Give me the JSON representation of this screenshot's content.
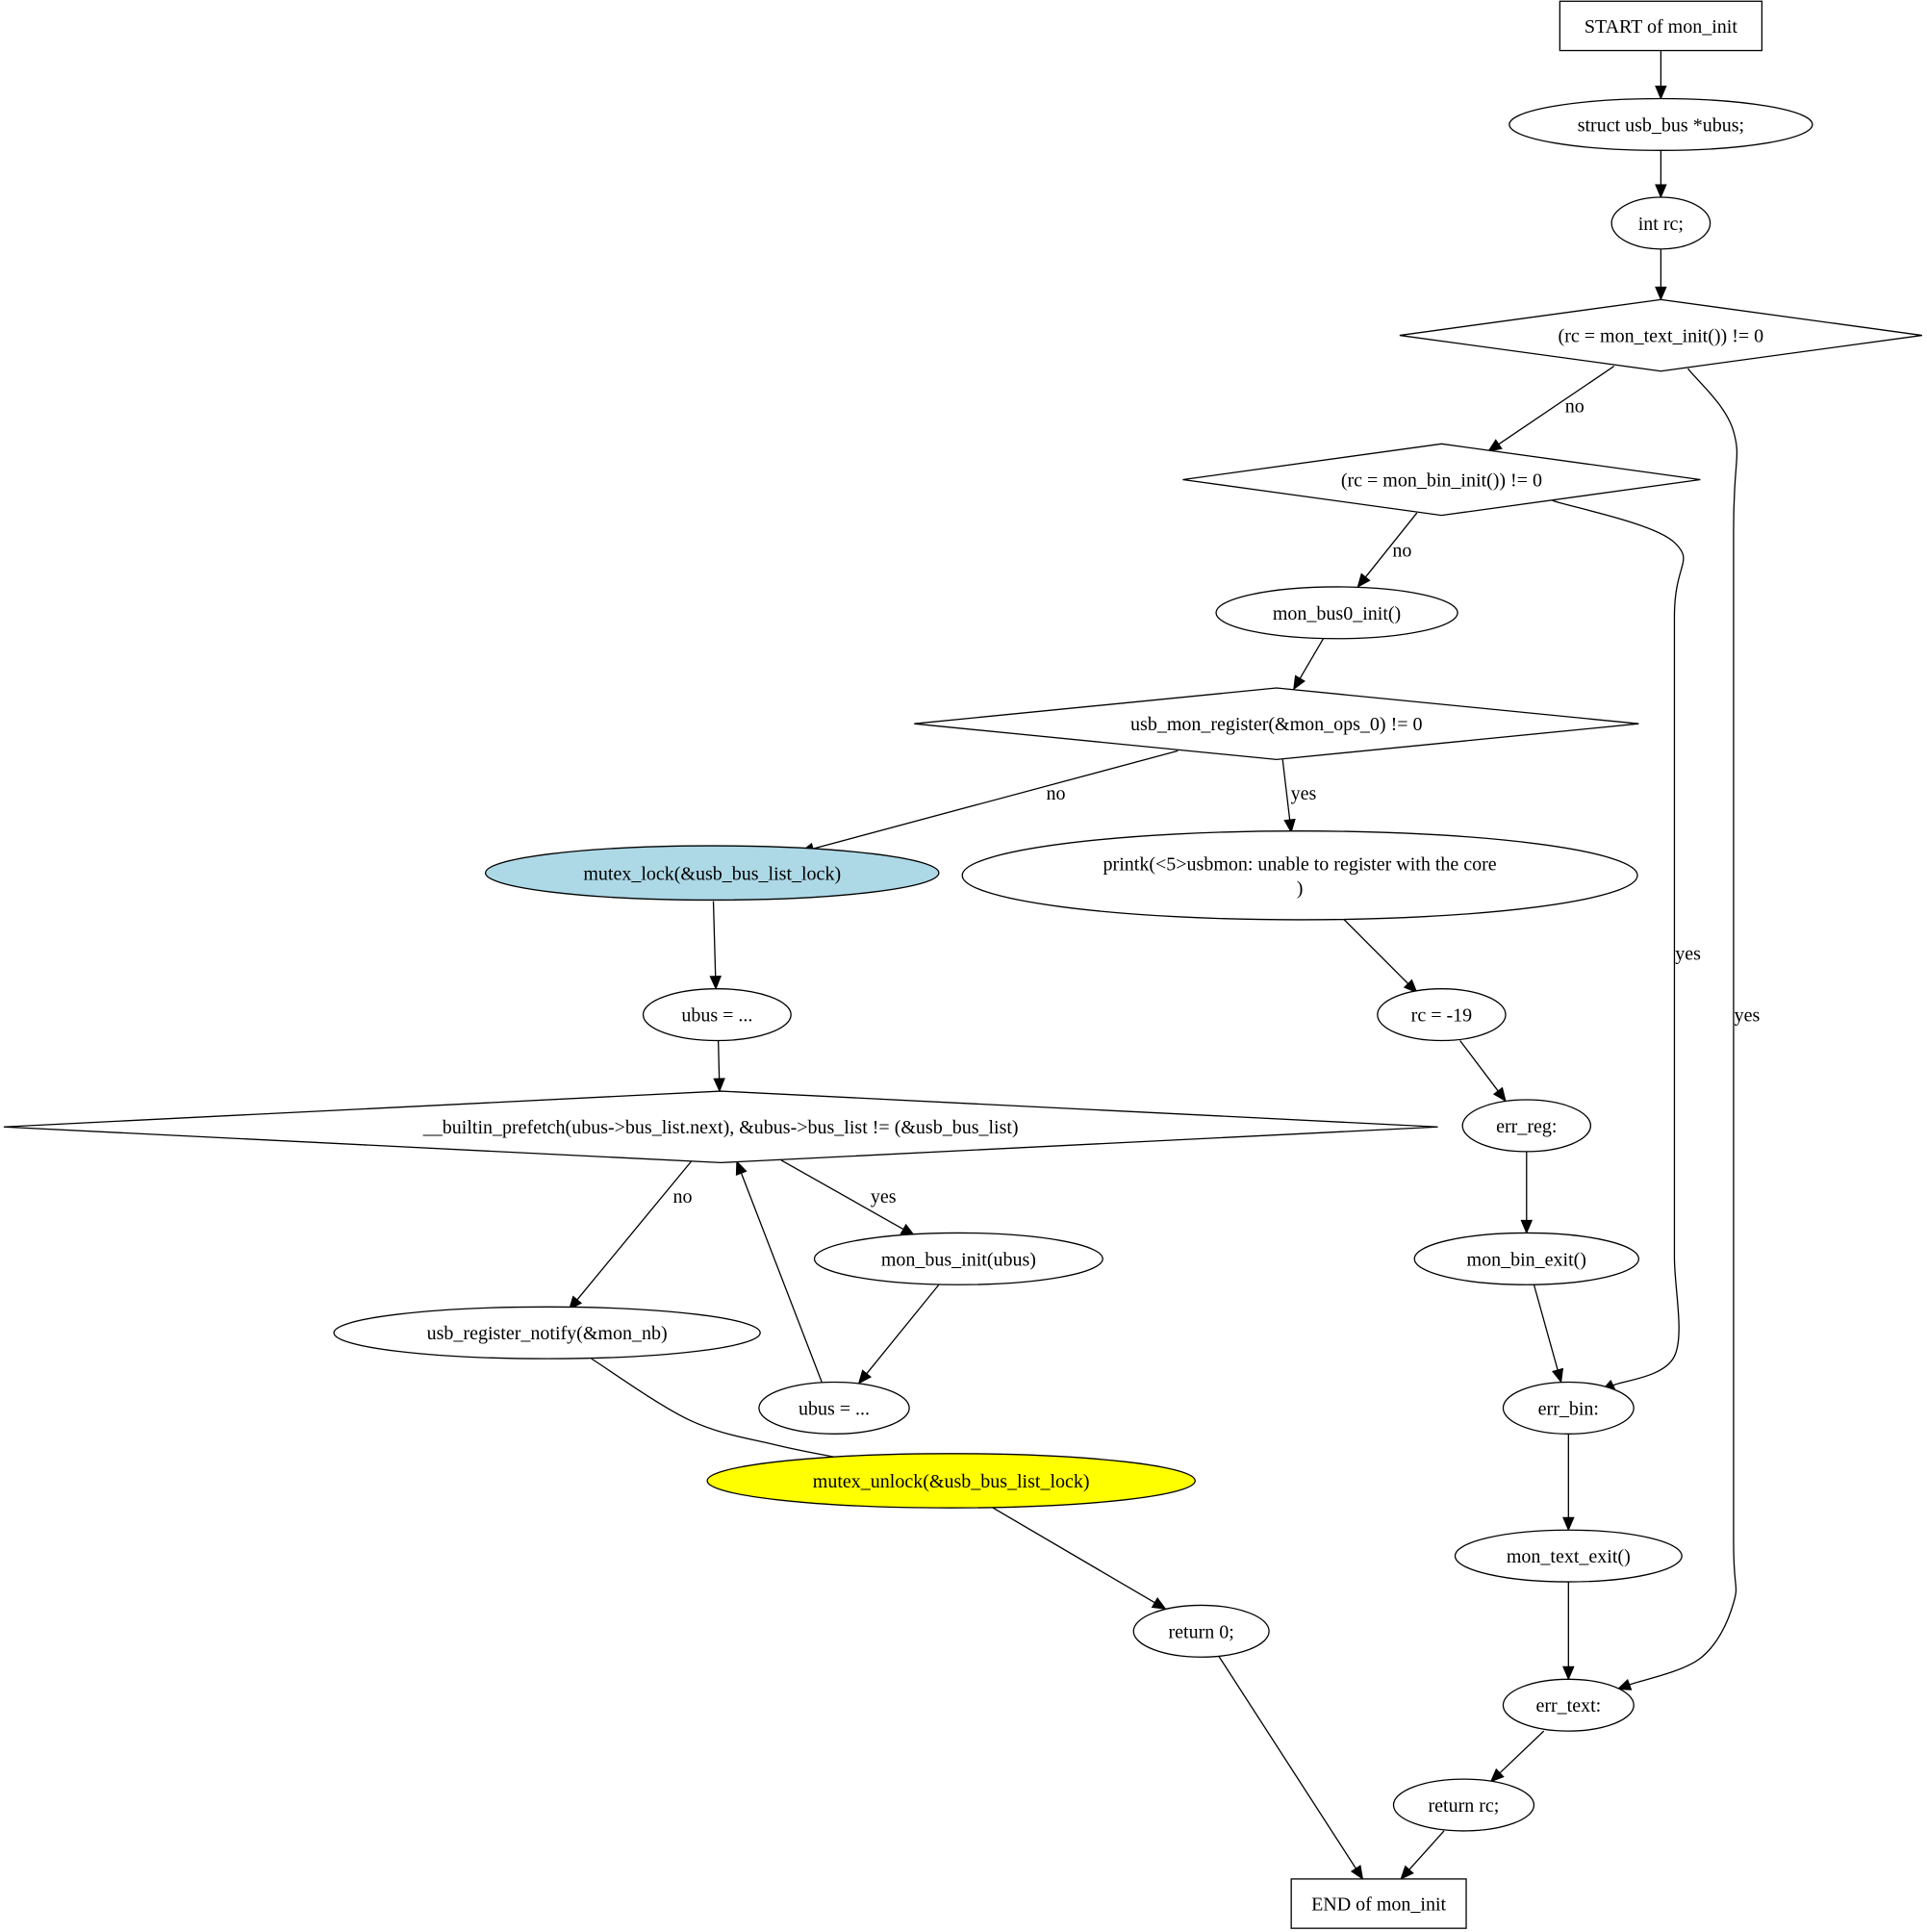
{
  "nodes": [
    {
      "id": "start",
      "shape": "box",
      "lines": [
        "START of mon_init"
      ]
    },
    {
      "id": "ubus_decl",
      "shape": "ellipse",
      "lines": [
        "struct usb_bus *ubus;"
      ]
    },
    {
      "id": "rc_decl",
      "shape": "ellipse",
      "lines": [
        "int rc;"
      ]
    },
    {
      "id": "text_init",
      "shape": "diamond",
      "lines": [
        "(rc = mon_text_init()) != 0"
      ]
    },
    {
      "id": "bin_init",
      "shape": "diamond",
      "lines": [
        "(rc = mon_bin_init()) != 0"
      ]
    },
    {
      "id": "bus0_init",
      "shape": "ellipse",
      "lines": [
        "mon_bus0_init()"
      ]
    },
    {
      "id": "register",
      "shape": "diamond",
      "lines": [
        "usb_mon_register(&mon_ops_0) != 0"
      ]
    },
    {
      "id": "mutex_lock",
      "shape": "ellipse",
      "fill": "#add8e6",
      "lines": [
        "mutex_lock(&usb_bus_list_lock)"
      ]
    },
    {
      "id": "printk",
      "shape": "ellipse",
      "lines": [
        "printk(<5>usbmon: unable to register with the core",
        ")"
      ]
    },
    {
      "id": "ubus_assign1",
      "shape": "ellipse",
      "lines": [
        "ubus = ..."
      ]
    },
    {
      "id": "rc_neg19",
      "shape": "ellipse",
      "lines": [
        "rc = -19"
      ]
    },
    {
      "id": "prefetch",
      "shape": "diamond",
      "lines": [
        "__builtin_prefetch(ubus->bus_list.next), &ubus->bus_list != (&usb_bus_list)"
      ]
    },
    {
      "id": "err_reg",
      "shape": "ellipse",
      "lines": [
        "err_reg:"
      ]
    },
    {
      "id": "bus_init",
      "shape": "ellipse",
      "lines": [
        "mon_bus_init(ubus)"
      ]
    },
    {
      "id": "bin_exit",
      "shape": "ellipse",
      "lines": [
        "mon_bin_exit()"
      ]
    },
    {
      "id": "notify",
      "shape": "ellipse",
      "lines": [
        "usb_register_notify(&mon_nb)"
      ]
    },
    {
      "id": "ubus_assign2",
      "shape": "ellipse",
      "lines": [
        "ubus = ..."
      ]
    },
    {
      "id": "err_bin",
      "shape": "ellipse",
      "lines": [
        "err_bin:"
      ]
    },
    {
      "id": "mutex_unlock",
      "shape": "ellipse",
      "fill": "#ffff00",
      "lines": [
        "mutex_unlock(&usb_bus_list_lock)"
      ]
    },
    {
      "id": "text_exit",
      "shape": "ellipse",
      "lines": [
        "mon_text_exit()"
      ]
    },
    {
      "id": "return0",
      "shape": "ellipse",
      "lines": [
        "return 0;"
      ]
    },
    {
      "id": "err_text",
      "shape": "ellipse",
      "lines": [
        "err_text:"
      ]
    },
    {
      "id": "return_rc",
      "shape": "ellipse",
      "lines": [
        "return rc;"
      ]
    },
    {
      "id": "end",
      "shape": "box",
      "lines": [
        "END of mon_init"
      ]
    }
  ],
  "edges": [
    {
      "from": "start",
      "to": "ubus_decl",
      "label": ""
    },
    {
      "from": "ubus_decl",
      "to": "rc_decl",
      "label": ""
    },
    {
      "from": "rc_decl",
      "to": "text_init",
      "label": ""
    },
    {
      "from": "text_init",
      "to": "bin_init",
      "label": "no"
    },
    {
      "from": "text_init",
      "to": "err_text",
      "label": "yes"
    },
    {
      "from": "bin_init",
      "to": "bus0_init",
      "label": "no"
    },
    {
      "from": "bin_init",
      "to": "err_bin",
      "label": "yes"
    },
    {
      "from": "bus0_init",
      "to": "register",
      "label": ""
    },
    {
      "from": "register",
      "to": "mutex_lock",
      "label": "no"
    },
    {
      "from": "register",
      "to": "printk",
      "label": "yes"
    },
    {
      "from": "mutex_lock",
      "to": "ubus_assign1",
      "label": ""
    },
    {
      "from": "printk",
      "to": "rc_neg19",
      "label": ""
    },
    {
      "from": "ubus_assign1",
      "to": "prefetch",
      "label": ""
    },
    {
      "from": "rc_neg19",
      "to": "err_reg",
      "label": ""
    },
    {
      "from": "prefetch",
      "to": "notify",
      "label": "no"
    },
    {
      "from": "prefetch",
      "to": "bus_init",
      "label": "yes"
    },
    {
      "from": "err_reg",
      "to": "bin_exit",
      "label": ""
    },
    {
      "from": "bus_init",
      "to": "ubus_assign2",
      "label": ""
    },
    {
      "from": "ubus_assign2",
      "to": "prefetch",
      "label": ""
    },
    {
      "from": "bin_exit",
      "to": "err_bin",
      "label": ""
    },
    {
      "from": "notify",
      "to": "mutex_unlock",
      "label": ""
    },
    {
      "from": "err_bin",
      "to": "text_exit",
      "label": ""
    },
    {
      "from": "mutex_unlock",
      "to": "return0",
      "label": ""
    },
    {
      "from": "text_exit",
      "to": "err_text",
      "label": ""
    },
    {
      "from": "return0",
      "to": "end",
      "label": ""
    },
    {
      "from": "err_text",
      "to": "return_rc",
      "label": ""
    },
    {
      "from": "return_rc",
      "to": "end",
      "label": ""
    }
  ]
}
